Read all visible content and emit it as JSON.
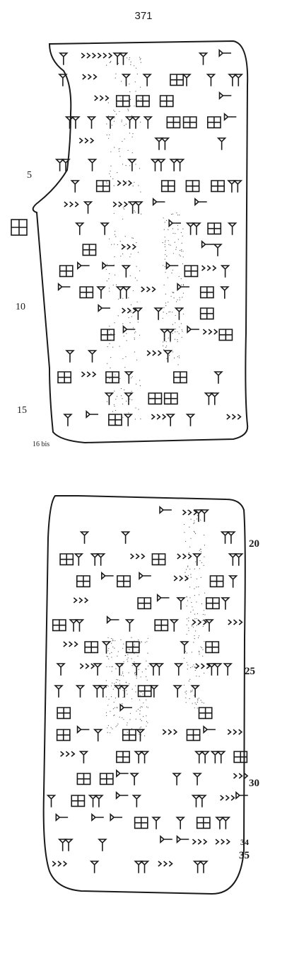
{
  "page_number": "371",
  "tablet_obverse": {
    "line_numbers": [
      "5",
      "10",
      "15",
      "16 bis"
    ]
  },
  "tablet_reverse": {
    "line_numbers": [
      "20",
      "25",
      "30",
      "34",
      "35"
    ]
  },
  "colors": {
    "ink": "#1a1a1a",
    "paper": "#ffffff"
  }
}
